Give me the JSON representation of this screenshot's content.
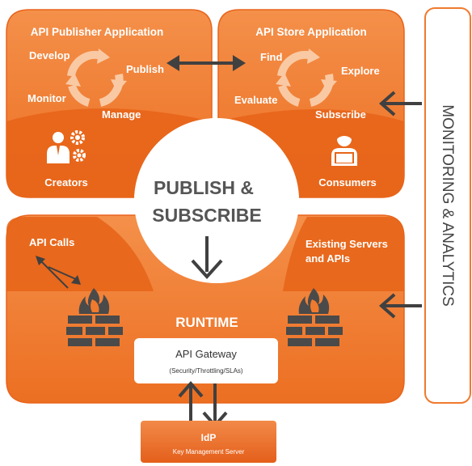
{
  "publisher": {
    "title": "API Publisher Application",
    "cycle": {
      "develop": "Develop",
      "publish": "Publish",
      "monitor": "Monitor",
      "manage": "Manage"
    },
    "role": "Creators"
  },
  "store": {
    "title": "API Store Application",
    "cycle": {
      "find": "Find",
      "explore": "Explore",
      "evaluate": "Evaluate",
      "subscribe": "Subscribe"
    },
    "role": "Consumers"
  },
  "center": {
    "line1": "PUBLISH &",
    "line2": "SUBSCRIBE"
  },
  "runtime": {
    "api_calls": "API Calls",
    "existing_line1": "Existing Servers",
    "existing_line2": "and APIs",
    "title": "RUNTIME",
    "gateway": {
      "title": "API Gateway",
      "subtitle": "(Security/Throttling/SLAs)"
    }
  },
  "idp": {
    "title": "IdP",
    "subtitle": "Key Management Server"
  },
  "monitoring": {
    "label": "MONITORING & ANALYTICS"
  },
  "colors": {
    "orange": "#f07a2d",
    "orange_dark": "#e2611a",
    "orange_light": "#f6a66a",
    "cycle_arrow": "#f9c9a4",
    "arrow_dark": "#404040"
  },
  "icons": [
    "cycle-arrows-icon",
    "creator-gear-icon",
    "consumer-laptop-icon",
    "firewall-icon",
    "bidirectional-arrow-icon",
    "down-arrow-icon",
    "left-arrow-icon"
  ]
}
